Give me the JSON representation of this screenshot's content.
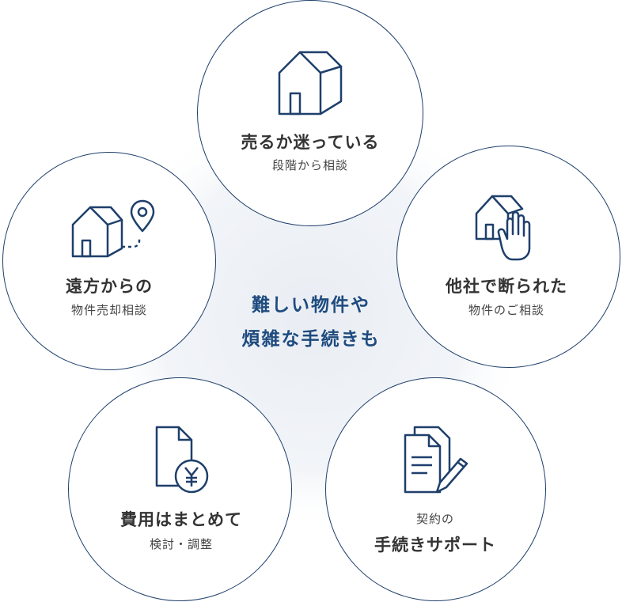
{
  "center": {
    "line1": "難しい物件や",
    "line2": "煩雑な手続きも"
  },
  "items": [
    {
      "title": "売るか迷っている",
      "sub": "段階から相談",
      "icon": "house-icon"
    },
    {
      "title": "他社で断られた",
      "sub": "物件のご相談",
      "icon": "house-hand-stop-icon"
    },
    {
      "title": "手続きサポート",
      "sub": "契約の",
      "icon": "documents-pen-icon"
    },
    {
      "title": "費用はまとめて",
      "sub": "検討・調整",
      "icon": "document-yen-icon"
    },
    {
      "title": "遠方からの",
      "sub": "物件売却相談",
      "icon": "house-location-pin-icon"
    }
  ],
  "colors": {
    "stroke": "#1e3f6b",
    "accent": "#1e4b7e",
    "title": "#333333",
    "background_glow": "#eef1f5"
  }
}
